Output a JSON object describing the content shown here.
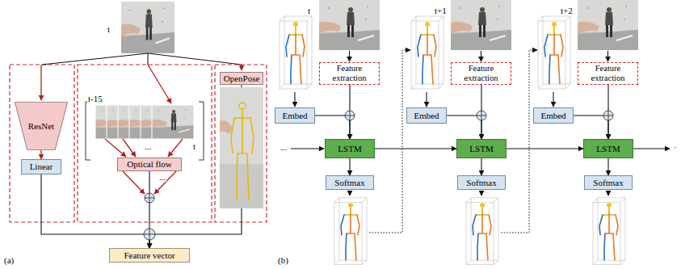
{
  "diagram": {
    "nodes": [
      {
        "text": [
          "ResNet"
        ]
      },
      {
        "text": [
          "Linear"
        ]
      },
      {
        "text": [
          "Optical flow"
        ]
      },
      {
        "text": [
          "OpenPose"
        ]
      },
      {
        "text": [
          "Feature vector"
        ]
      },
      {
        "text": [
          "Feature extraction"
        ]
      },
      {
        "text": [
          "Embed"
        ]
      },
      {
        "text": [
          "LSTM"
        ]
      },
      {
        "text": [
          "Softmax"
        ]
      },
      {
        "text": [
          "Feature extraction"
        ]
      },
      {
        "text": [
          "Embed"
        ]
      },
      {
        "text": [
          "LSTM"
        ]
      },
      {
        "text": [
          "Softmax"
        ]
      },
      {
        "text": [
          "Feature extraction"
        ]
      },
      {
        "text": [
          "Embed"
        ]
      },
      {
        "text": [
          "LSTM"
        ]
      },
      {
        "text": [
          "Softmax"
        ]
      }
    ],
    "edges": [
      {
        "from": 0,
        "to": 1,
        "arrow": "to"
      },
      {
        "from": 1,
        "to": 4,
        "arrow": "to"
      },
      {
        "from": 2,
        "to": 4,
        "arrow": "to"
      },
      {
        "from": 3,
        "to": 4,
        "arrow": "to"
      },
      {
        "from": 5,
        "to": 7,
        "arrow": "to"
      },
      {
        "from": 6,
        "to": 7,
        "arrow": "to"
      },
      {
        "from": 7,
        "to": 8,
        "arrow": "to"
      },
      {
        "from": 7,
        "to": 11,
        "arrow": "to"
      },
      {
        "from": 9,
        "to": 11,
        "arrow": "to"
      },
      {
        "from": 10,
        "to": 11,
        "arrow": "to"
      },
      {
        "from": 11,
        "to": 12,
        "arrow": "to"
      },
      {
        "from": 11,
        "to": 15,
        "arrow": "to"
      },
      {
        "from": 13,
        "to": 15,
        "arrow": "to"
      },
      {
        "from": 14,
        "to": 15,
        "arrow": "to"
      },
      {
        "from": 15,
        "to": 16,
        "arrow": "to"
      }
    ],
    "labels": [
      "t",
      "t-15",
      "...",
      "t",
      "...",
      "(a)",
      "t",
      "t+1",
      "t+2",
      "...",
      "·",
      "(b)"
    ]
  }
}
